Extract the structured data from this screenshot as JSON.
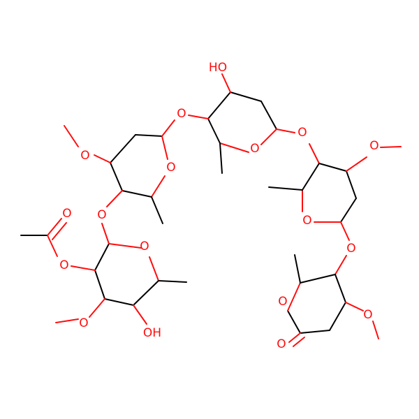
{
  "molecule": {
    "atom_labels": {
      "o_oh_top": "HO",
      "o_glyco_1": "O",
      "o_ring_b": "O",
      "o_glyco_2": "O",
      "o_ring_c": "O",
      "o_ome_c": "O",
      "o_ome_b": "O",
      "o_ring_a": "O",
      "o_glyco_3": "O",
      "o_acetyl_dbl": "O",
      "o_ring_d": "O",
      "o_acetyl_ester": "O",
      "o_glyco_4": "O",
      "o_ome_d": "O",
      "o_oh_bottom": "OH",
      "o_lactone_ring": "O",
      "o_ome_e": "O",
      "o_lactone_carbonyl": "O"
    },
    "colors": {
      "bond": "#000000",
      "oxygen": "#ff0d0d",
      "background": "#ffffff"
    }
  }
}
